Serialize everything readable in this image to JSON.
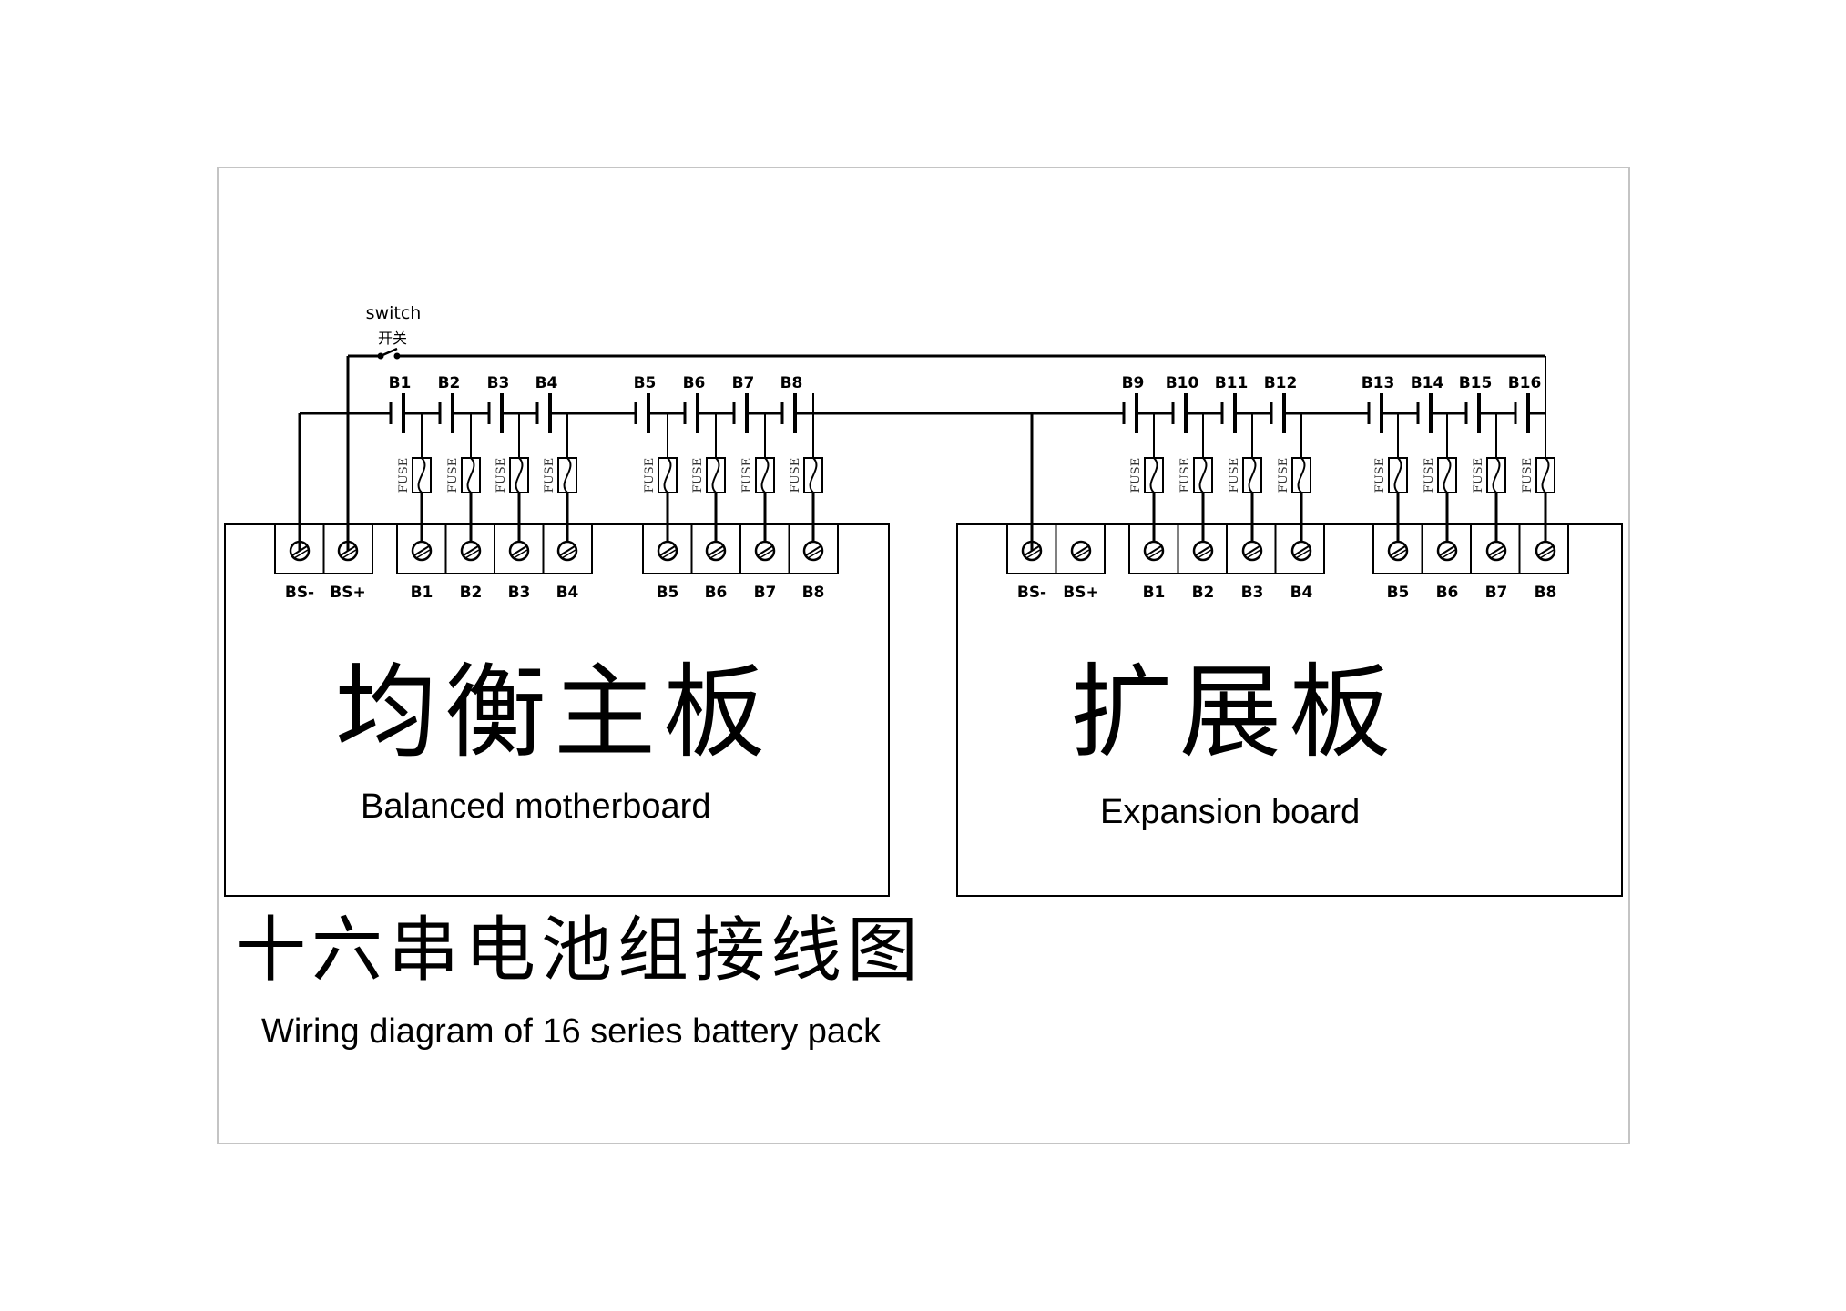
{
  "title_cn": "十六串电池组接线图",
  "title_en": "Wiring diagram of 16 series battery pack",
  "switch": {
    "label_en": "switch",
    "label_cn": "开关"
  },
  "fuse_label": "FUSE",
  "battery_cells": [
    "B1",
    "B2",
    "B3",
    "B4",
    "B5",
    "B6",
    "B7",
    "B8",
    "B9",
    "B10",
    "B11",
    "B12",
    "B13",
    "B14",
    "B15",
    "B16"
  ],
  "boards": [
    {
      "id": "main",
      "name_cn": "均衡主板",
      "name_en": "Balanced motherboard",
      "terminals": [
        "BS-",
        "BS+",
        "B1",
        "B2",
        "B3",
        "B4",
        "B5",
        "B6",
        "B7",
        "B8"
      ]
    },
    {
      "id": "expansion",
      "name_cn": "扩展板",
      "name_en": "Expansion board",
      "terminals": [
        "BS-",
        "BS+",
        "B1",
        "B2",
        "B3",
        "B4",
        "B5",
        "B6",
        "B7",
        "B8"
      ]
    }
  ],
  "colors": {
    "line": "#000000",
    "frame": "#c4c4c4",
    "background": "#ffffff"
  }
}
